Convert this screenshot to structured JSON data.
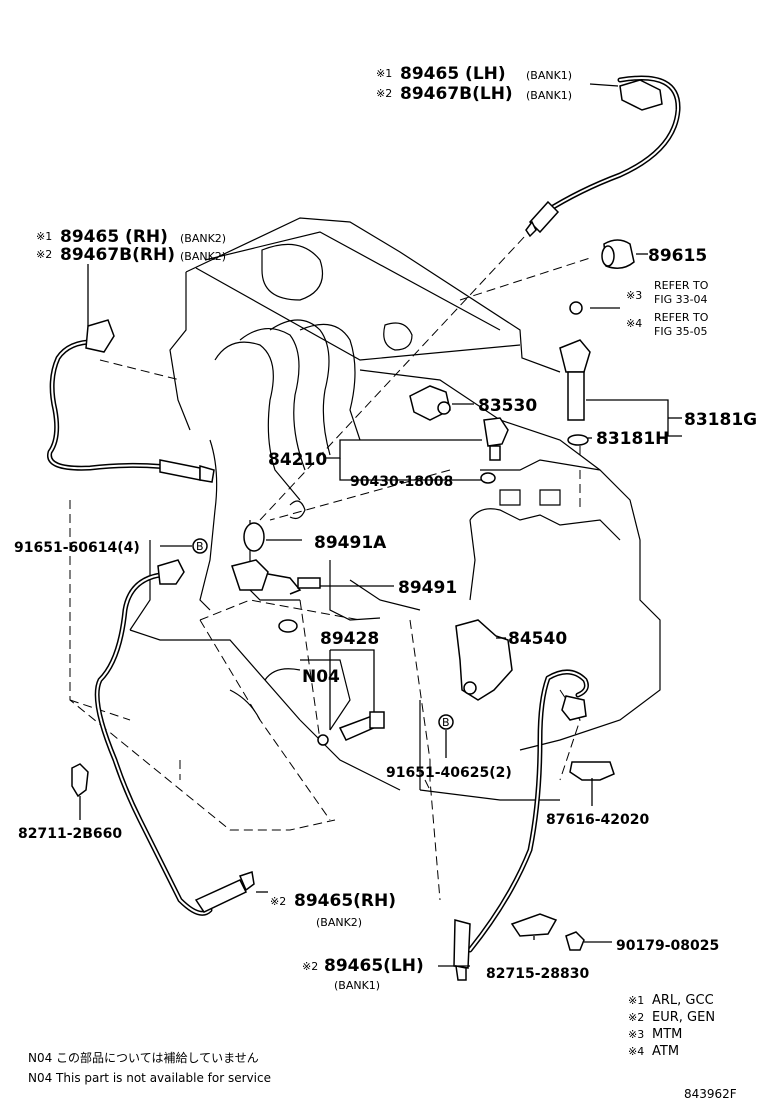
{
  "callouts": {
    "o2_lh_bank1_top_1": {
      "mark": "※1",
      "pn": "89465  (LH)",
      "bank": "(BANK1)"
    },
    "o2_lh_bank1_top_2": {
      "mark": "※2",
      "pn": "89467B(LH)",
      "bank": "(BANK1)"
    },
    "o2_rh_bank2_top_1": {
      "mark": "※1",
      "pn": "89465  (RH)",
      "bank": "(BANK2)"
    },
    "o2_rh_bank2_top_2": {
      "mark": "※2",
      "pn": "89467B(RH)",
      "bank": "(BANK2)"
    },
    "knock_sensor": "89615",
    "refer_33": {
      "mark": "※3",
      "line1": "REFER TO",
      "line2": "FIG 33-04"
    },
    "refer_35": {
      "mark": "※4",
      "line1": "REFER TO",
      "line2": "FIG 35-05"
    },
    "oil_pressure_switch": "83530",
    "speed_sensor_assy": "83181G",
    "speed_sensor_h": "83181H",
    "sensor_84210": "84210",
    "gasket_90430": "90430-18008",
    "bolt_91651_4": "91651-60614(4)",
    "ring_89491a": "89491A",
    "sensor_89491": "89491",
    "sensor_89428": "89428",
    "note_n04_tag": "N04",
    "switch_84540": "84540",
    "bolt_91651_2": "91651-40625(2)",
    "clamp_82711": "82711-2B660",
    "clip_87616": "87616-42020",
    "o2_rh_bank2_bottom": {
      "mark": "※2",
      "pn": "89465(RH)",
      "bank": "(BANK2)"
    },
    "o2_lh_bank1_bottom": {
      "mark": "※2",
      "pn": "89465(LH)",
      "bank": "(BANK1)"
    },
    "clamp_82715": "82715-28830",
    "nut_90179": "90179-08025"
  },
  "legend": [
    {
      "mark": "※1",
      "text": "ARL, GCC"
    },
    {
      "mark": "※2",
      "text": "EUR, GEN"
    },
    {
      "mark": "※3",
      "text": "MTM"
    },
    {
      "mark": "※4",
      "text": "ATM"
    }
  ],
  "footnotes": {
    "jp": "N04 この部品については補給していません",
    "en": "N04 This part is not available for service"
  },
  "bolt_marker": "B",
  "figure_id": "843962F"
}
